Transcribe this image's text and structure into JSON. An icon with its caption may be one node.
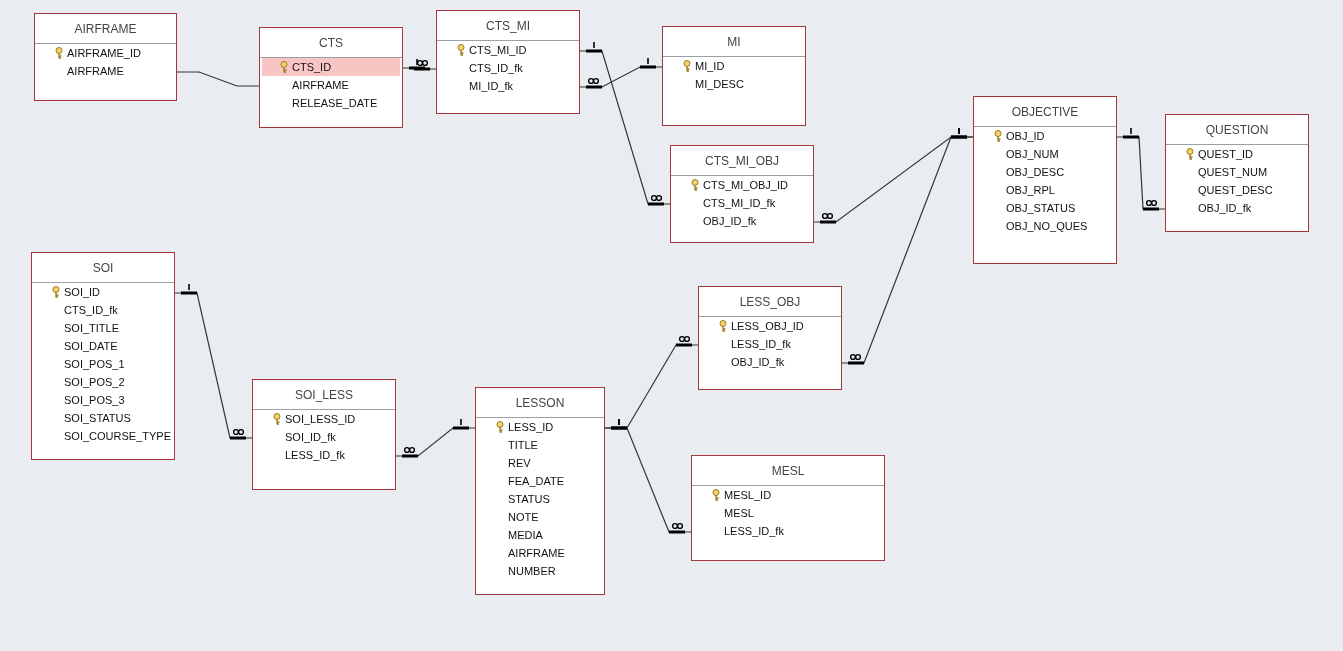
{
  "diagram": {
    "nodes": [
      {
        "text": [
          "AIRFRAME",
          "AIRFRAME_ID",
          "AIRFRAME"
        ]
      },
      {
        "text": [
          "CTS",
          "CTS_ID",
          "AIRFRAME",
          "RELEASE_DATE"
        ]
      },
      {
        "text": [
          "CTS_MI",
          "CTS_MI_ID",
          "CTS_ID_fk",
          "MI_ID_fk"
        ]
      },
      {
        "text": [
          "MI",
          "MI_ID",
          "MI_DESC"
        ]
      },
      {
        "text": [
          "OBJECTIVE",
          "OBJ_ID",
          "OBJ_NUM",
          "OBJ_DESC",
          "OBJ_RPL",
          "OBJ_STATUS",
          "OBJ_NO_QUES"
        ]
      },
      {
        "text": [
          "QUESTION",
          "QUEST_ID",
          "QUEST_NUM",
          "QUEST_DESC",
          "OBJ_ID_fk"
        ]
      },
      {
        "text": [
          "CTS_MI_OBJ",
          "CTS_MI_OBJ_ID",
          "CTS_MI_ID_fk",
          "OBJ_ID_fk"
        ]
      },
      {
        "text": [
          "SOI",
          "SOI_ID",
          "CTS_ID_fk",
          "SOI_TITLE",
          "SOI_DATE",
          "SOI_POS_1",
          "SOI_POS_2",
          "SOI_POS_3",
          "SOI_STATUS",
          "SOI_COURSE_TYPE"
        ]
      },
      {
        "text": [
          "LESS_OBJ",
          "LESS_OBJ_ID",
          "LESS_ID_fk",
          "OBJ_ID_fk"
        ]
      },
      {
        "text": [
          "SOI_LESS",
          "SOI_LESS_ID",
          "SOI_ID_fk",
          "LESS_ID_fk"
        ]
      },
      {
        "text": [
          "LESSON",
          "LESS_ID",
          "TITLE",
          "REV",
          "FEA_DATE",
          "STATUS",
          "NOTE",
          "MEDIA",
          "AIRFRAME",
          "NUMBER"
        ]
      },
      {
        "text": [
          "MESL",
          "MESL_ID",
          "MESL",
          "LESS_ID_fk"
        ]
      }
    ],
    "edges": [
      {
        "from": 0,
        "to": 1,
        "arrow": "none"
      },
      {
        "from": 1,
        "to": 2,
        "arrow": "other"
      },
      {
        "from": 3,
        "to": 2,
        "arrow": "other"
      },
      {
        "from": 2,
        "to": 6,
        "arrow": "other"
      },
      {
        "from": 4,
        "to": 6,
        "arrow": "other"
      },
      {
        "from": 4,
        "to": 5,
        "arrow": "other"
      },
      {
        "from": 7,
        "to": 9,
        "arrow": "other"
      },
      {
        "from": 10,
        "to": 9,
        "arrow": "other"
      },
      {
        "from": 10,
        "to": 8,
        "arrow": "other"
      },
      {
        "from": 4,
        "to": 8,
        "arrow": "other"
      },
      {
        "from": 10,
        "to": 11,
        "arrow": "other"
      }
    ]
  }
}
